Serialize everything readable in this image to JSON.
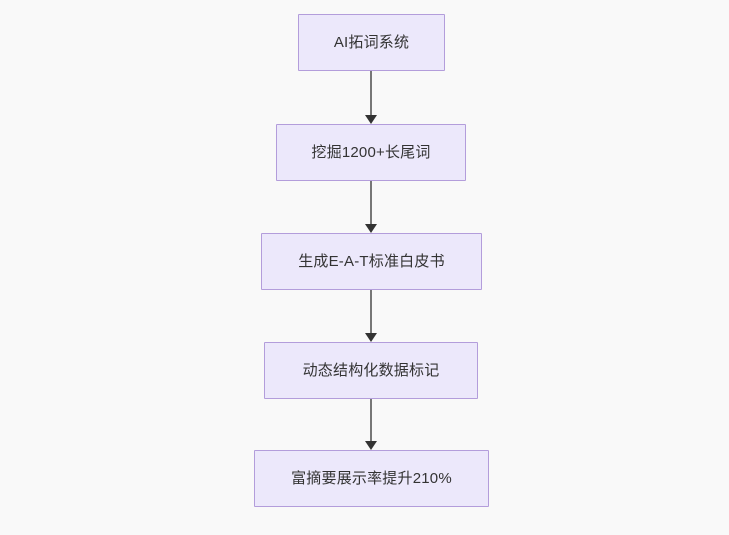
{
  "diagram": {
    "type": "flowchart",
    "direction": "top-to-bottom",
    "background_color": "#f9f9f9",
    "node_fill_color": "#ece8fb",
    "node_border_color": "#b39ddb",
    "node_text_color": "#333333",
    "edge_color": "#777777",
    "arrow_color": "#333333",
    "nodes": [
      {
        "id": "n1",
        "label": "AI拓词系统"
      },
      {
        "id": "n2",
        "label": "挖掘1200+长尾词"
      },
      {
        "id": "n3",
        "label": "生成E-A-T标准白皮书"
      },
      {
        "id": "n4",
        "label": "动态结构化数据标记"
      },
      {
        "id": "n5",
        "label": "富摘要展示率提升210%"
      }
    ],
    "edges": [
      {
        "id": "e1",
        "from": "n1",
        "to": "n2",
        "label": ""
      },
      {
        "id": "e2",
        "from": "n2",
        "to": "n3",
        "label": ""
      },
      {
        "id": "e3",
        "from": "n3",
        "to": "n4",
        "label": ""
      },
      {
        "id": "e4",
        "from": "n4",
        "to": "n5",
        "label": ""
      }
    ]
  }
}
